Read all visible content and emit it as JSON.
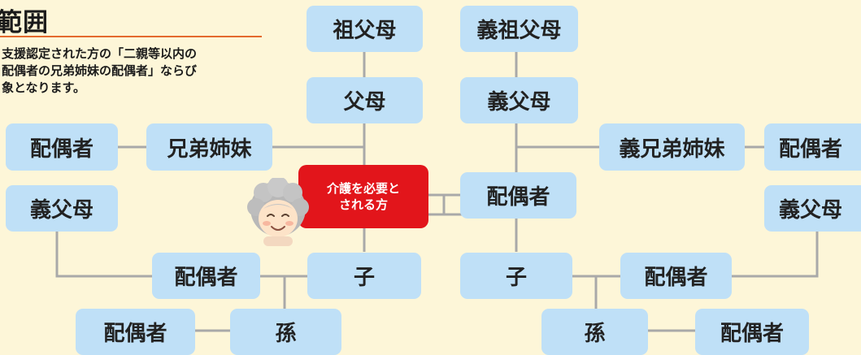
{
  "heading": {
    "title": "範囲",
    "intro_lines": [
      "支援認定された方の「二親等以内の",
      "配偶者の兄弟姉妹の配偶者」ならび",
      "象となります。"
    ]
  },
  "subject": {
    "line1": "介護を必要と",
    "line2": "される方"
  },
  "nodes": {
    "grandparents": "祖父母",
    "in_law_grandparents": "義祖父母",
    "parents": "父母",
    "in_law_parents": "義父母",
    "siblings": "兄弟姉妹",
    "siblings_spouse": "配偶者",
    "left_in_law_parents": "義父母",
    "spouse": "配偶者",
    "in_law_siblings": "義兄弟姉妹",
    "in_law_siblings_spouse": "配偶者",
    "right_in_law_parents": "義父母",
    "child_left": "子",
    "child_left_spouse": "配偶者",
    "grandchild_left": "孫",
    "grandchild_left_spouse": "配偶者",
    "child_right": "子",
    "child_right_spouse": "配偶者",
    "grandchild_right": "孫",
    "grandchild_right_spouse": "配偶者"
  },
  "colors": {
    "background": "#fdf6d8",
    "box_fill": "#bfe0f7",
    "subject_fill": "#e2151b",
    "connector": "#a9a9a9",
    "heading_rule": "#e46a2e"
  },
  "icons": {
    "subject_avatar": "elderly-woman-icon"
  }
}
